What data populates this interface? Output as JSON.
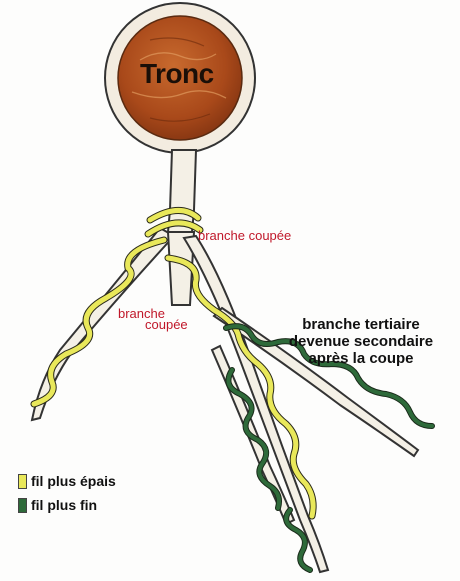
{
  "labels": {
    "trunk": "Tronc",
    "cut_branch_upper": "branche coupée",
    "cut_branch_lower_line1": "branche",
    "cut_branch_lower_line2": "coupée",
    "tertiary_line1": "branche tertiaire",
    "tertiary_line2": "devenue secondaire",
    "tertiary_line3": "après la coupe"
  },
  "legend": {
    "thick_wire": "fil plus épais",
    "thin_wire": "fil plus fin"
  },
  "colors": {
    "thick_wire": "#e9e85a",
    "thin_wire": "#2e6a3a",
    "trunk_fill": "#b5541f",
    "label_red": "#c0182a"
  }
}
